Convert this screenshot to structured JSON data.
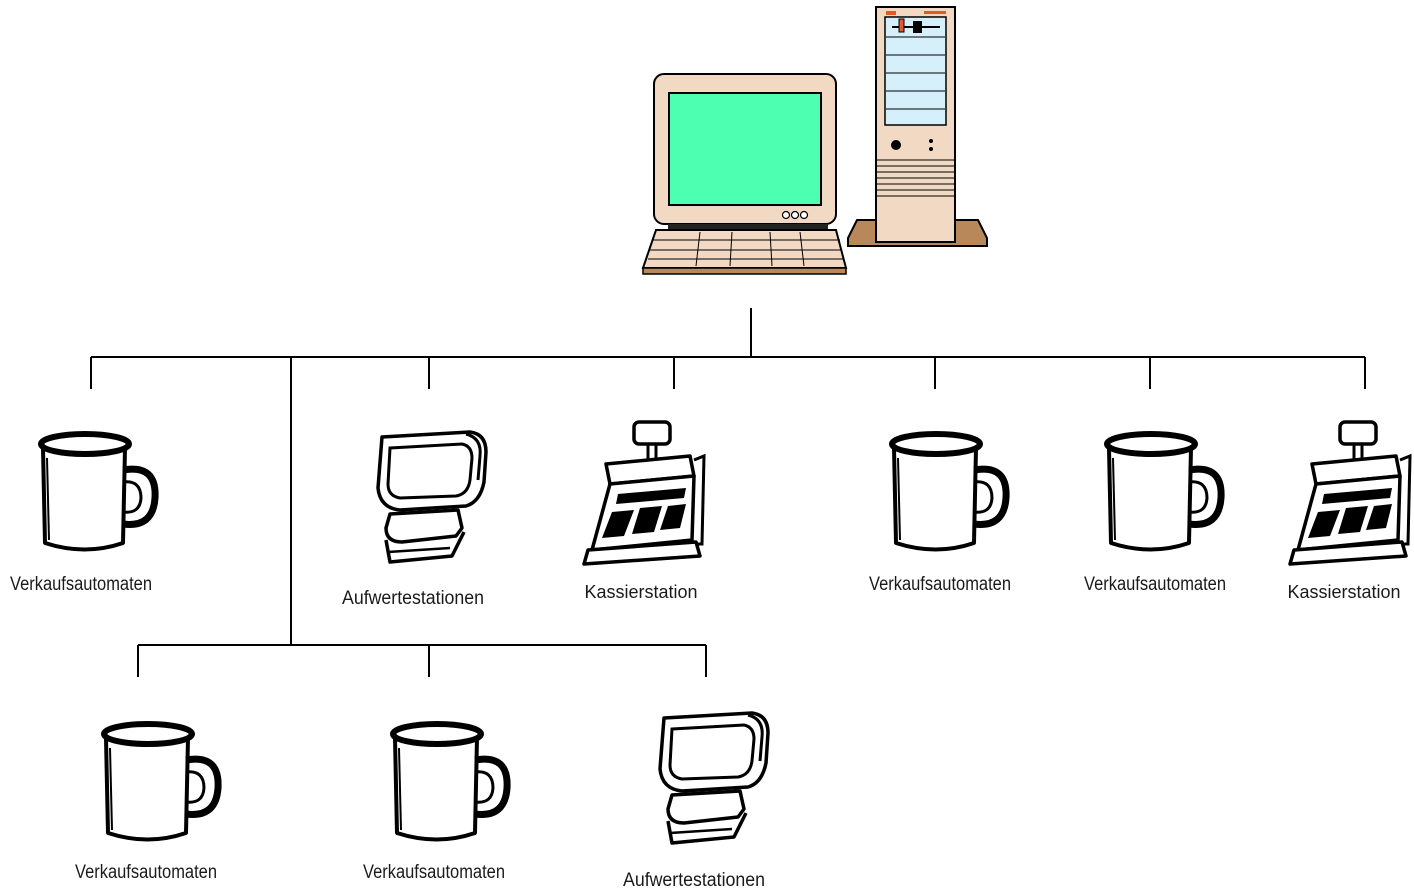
{
  "server": {
    "icon": "desktop-computer-icon"
  },
  "top_level_nodes": [
    {
      "id": "node-1",
      "label": "Verkaufsautomaten",
      "icon": "mug-icon"
    },
    {
      "id": "node-2",
      "label": "Aufwertestationen",
      "icon": "terminal-icon",
      "has_children": true
    },
    {
      "id": "node-3",
      "label": "Kassierstation",
      "icon": "cash-register-icon"
    },
    {
      "id": "node-4",
      "label": "Verkaufsautomaten",
      "icon": "mug-icon"
    },
    {
      "id": "node-5",
      "label": "Verkaufsautomaten",
      "icon": "mug-icon"
    },
    {
      "id": "node-6",
      "label": "Kassierstation",
      "icon": "cash-register-icon"
    }
  ],
  "sub_nodes": [
    {
      "id": "sub-1",
      "label": "Verkaufsautomaten",
      "icon": "mug-icon"
    },
    {
      "id": "sub-2",
      "label": "Verkaufsautomaten",
      "icon": "mug-icon"
    },
    {
      "id": "sub-3",
      "label": "Aufwertestationen",
      "icon": "terminal-icon"
    }
  ],
  "colors": {
    "screen": "#4dffb0",
    "case": "#f2d9c4",
    "wood": "#b8875a",
    "drive_panel": "#d6f0fb",
    "accent": "#e05a2a"
  }
}
